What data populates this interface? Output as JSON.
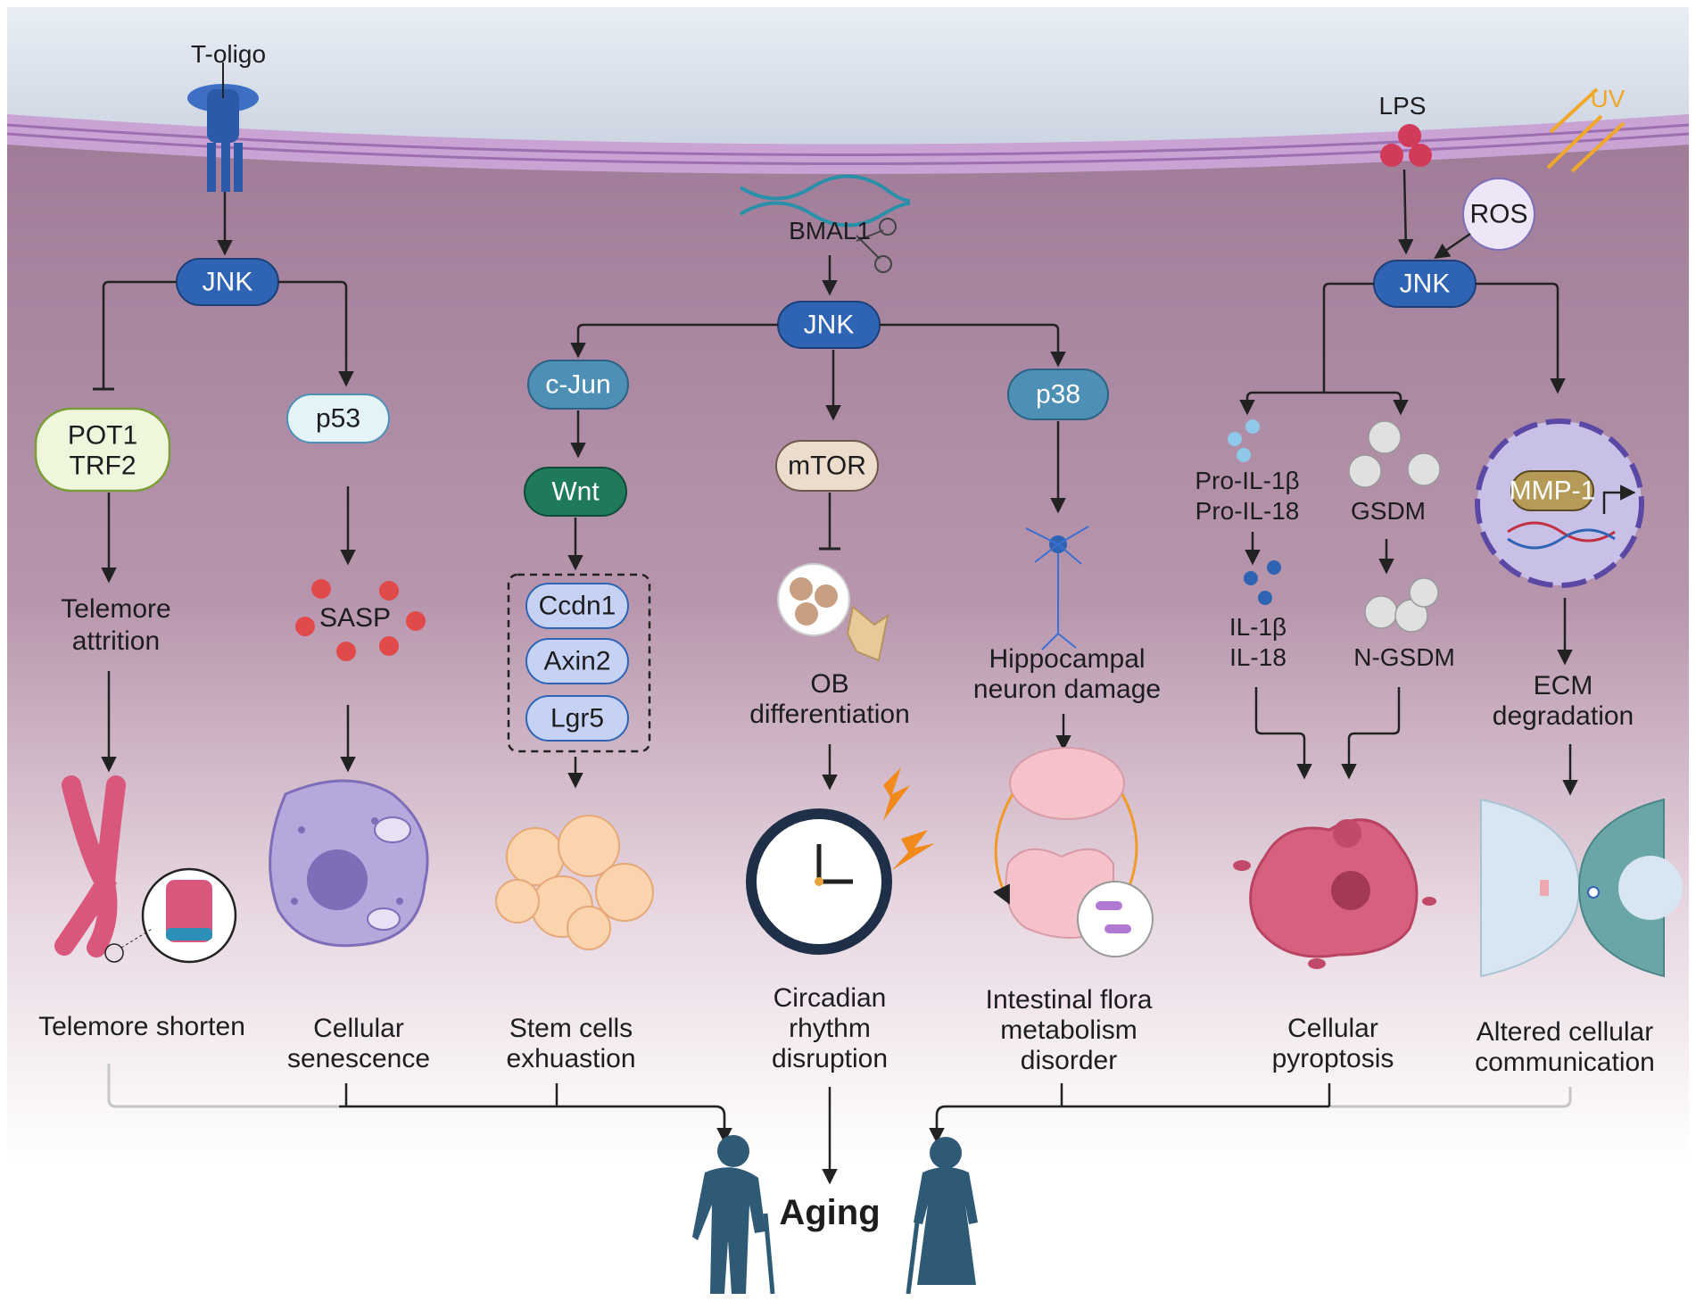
{
  "stimuli": {
    "t_oligo": "T-oligo",
    "bmal1": "BMAL1",
    "lps": "LPS",
    "uv": "UV",
    "ros": "ROS"
  },
  "nodes": {
    "jnk_left": "JNK",
    "jnk_center": "JNK",
    "jnk_right": "JNK",
    "pot1": "POT1",
    "trf2": "TRF2",
    "p53": "p53",
    "cjun": "c-Jun",
    "wnt": "Wnt",
    "ccdn1": "Ccdn1",
    "axin2": "Axin2",
    "lgr5": "Lgr5",
    "mtor": "mTOR",
    "p38": "p38",
    "mmp1": "MMP-1"
  },
  "labels": {
    "telomere_attrition_1": "Telemore",
    "telomere_attrition_2": "attrition",
    "sasp": "SASP",
    "ob_diff_1": "OB",
    "ob_diff_2": "differentiation",
    "hippo_1": "Hippocampal",
    "hippo_2": "neuron damage",
    "pro_il1b": "Pro-IL-1β",
    "pro_il18": "Pro-IL-18",
    "gsdm": "GSDM",
    "il1b": "IL-1β",
    "il18": "IL-18",
    "n_gsdm": "N-GSDM",
    "ecm_1": "ECM",
    "ecm_2": "degradation"
  },
  "outcomes": {
    "telomere": [
      "Telemore shorten"
    ],
    "senescence": [
      "Cellular",
      "senescence"
    ],
    "stem": [
      "Stem cells",
      "exhuastion"
    ],
    "circadian": [
      "Circadian",
      "rhythm",
      "disruption"
    ],
    "flora": [
      "Intestinal flora",
      "metabolism",
      "disorder"
    ],
    "pyroptosis": [
      "Cellular",
      "pyroptosis"
    ],
    "communication": [
      "Altered cellular",
      "communication"
    ]
  },
  "final": "Aging",
  "colors": {
    "jnk_blue": "#2f64b4",
    "teal_node": "#4e8fb5",
    "wnt_green": "#1e7a5a",
    "membrane": "#c8a0d2",
    "cytoplasm": "#a88098",
    "elder": "#2e5a76"
  }
}
